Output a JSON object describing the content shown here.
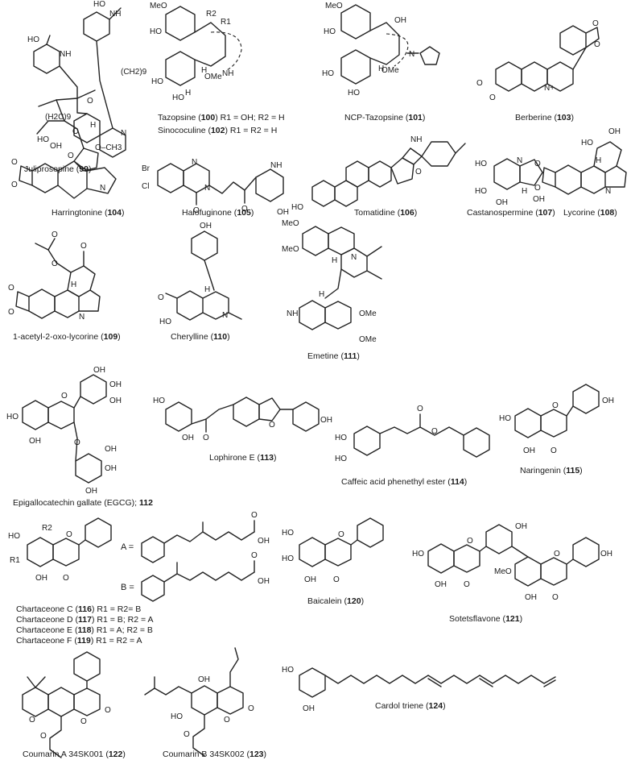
{
  "compounds": [
    {
      "name": "Juliprosopine",
      "number": "99"
    },
    {
      "name": "Tazopsine",
      "number": "100",
      "note": "R1 = OH; R2 = H"
    },
    {
      "name": "NCP-Tazopsine",
      "number": "101"
    },
    {
      "name": "Sinococuline",
      "number": "102",
      "note": "R1 = R2 = H"
    },
    {
      "name": "Berberine",
      "number": "103"
    },
    {
      "name": "Harringtonine",
      "number": "104"
    },
    {
      "name": "Halofuginone",
      "number": "105"
    },
    {
      "name": "Tomatidine",
      "number": "106"
    },
    {
      "name": "Castanospermine",
      "number": "107"
    },
    {
      "name": "Lycorine",
      "number": "108"
    },
    {
      "name": "1-acetyl-2-oxo-lycorine",
      "number": "109"
    },
    {
      "name": "Cherylline",
      "number": "110"
    },
    {
      "name": "Emetine",
      "number": "111"
    },
    {
      "name": "Epigallocatechin gallate (EGCG);",
      "number": "112"
    },
    {
      "name": "Lophirone E",
      "number": "113"
    },
    {
      "name": "Caffeic acid phenethyl ester",
      "number": "114"
    },
    {
      "name": "Naringenin",
      "number": "115"
    },
    {
      "name": "Chartaceone C",
      "number": "116",
      "note": "R1 = R2= B"
    },
    {
      "name": "Chartaceone D",
      "number": "117",
      "note": "R1 = B; R2 = A"
    },
    {
      "name": "Chartaceone E",
      "number": "118",
      "note": "R1 = A; R2 = B"
    },
    {
      "name": "Chartaceone F",
      "number": "119",
      "note": "R1 = R2 = A"
    },
    {
      "name": "Baicalein",
      "number": "120"
    },
    {
      "name": "Sotetsflavone",
      "number": "121"
    },
    {
      "name": "Coumarin A 34SK001",
      "number": "122"
    },
    {
      "name": "Coumarin B 34SK002",
      "number": "123"
    },
    {
      "name": "Cardol triene",
      "number": "124"
    }
  ],
  "substituents": {
    "a_label": "A =",
    "b_label": "B ="
  },
  "atoms": {
    "oh": "OH",
    "ho": "HO",
    "nh": "NH",
    "n": "N",
    "o": "O",
    "h": "H",
    "ome": "OMe",
    "meo": "MeO",
    "och3": "O–CH3",
    "br": "Br",
    "cl": "Cl",
    "r1": "R1",
    "r2": "R2",
    "ch2_9": "(CH2)9",
    "h2c_9": "(H2C)9",
    "nplus": "N+"
  }
}
